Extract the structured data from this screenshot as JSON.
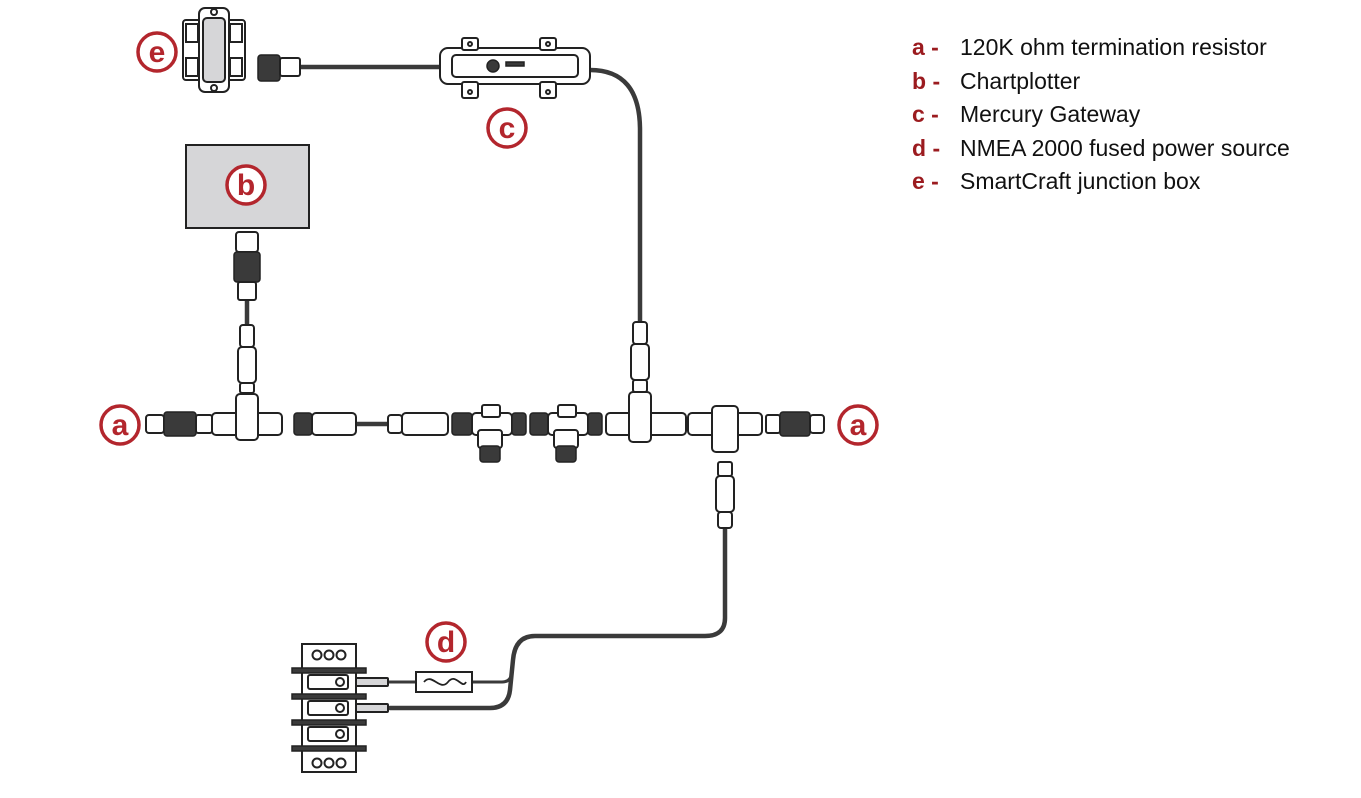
{
  "legend": [
    {
      "key": "a -",
      "text": "120K ohm termination resistor"
    },
    {
      "key": "b -",
      "text": "Chartplotter"
    },
    {
      "key": "c -",
      "text": "Mercury Gateway"
    },
    {
      "key": "d -",
      "text": "NMEA 2000 fused power source"
    },
    {
      "key": "e -",
      "text": "SmartCraft junction box"
    }
  ],
  "callouts": {
    "termination_left": "a",
    "termination_right": "a",
    "chartplotter": "b",
    "gateway": "c",
    "power_source": "d",
    "junction_box": "e"
  },
  "colors": {
    "callout_accent": "#b3262d",
    "legend_key": "#9b1b1f",
    "cable": "#3a3a3a",
    "chartplotter_fill": "#d6d6d8"
  }
}
